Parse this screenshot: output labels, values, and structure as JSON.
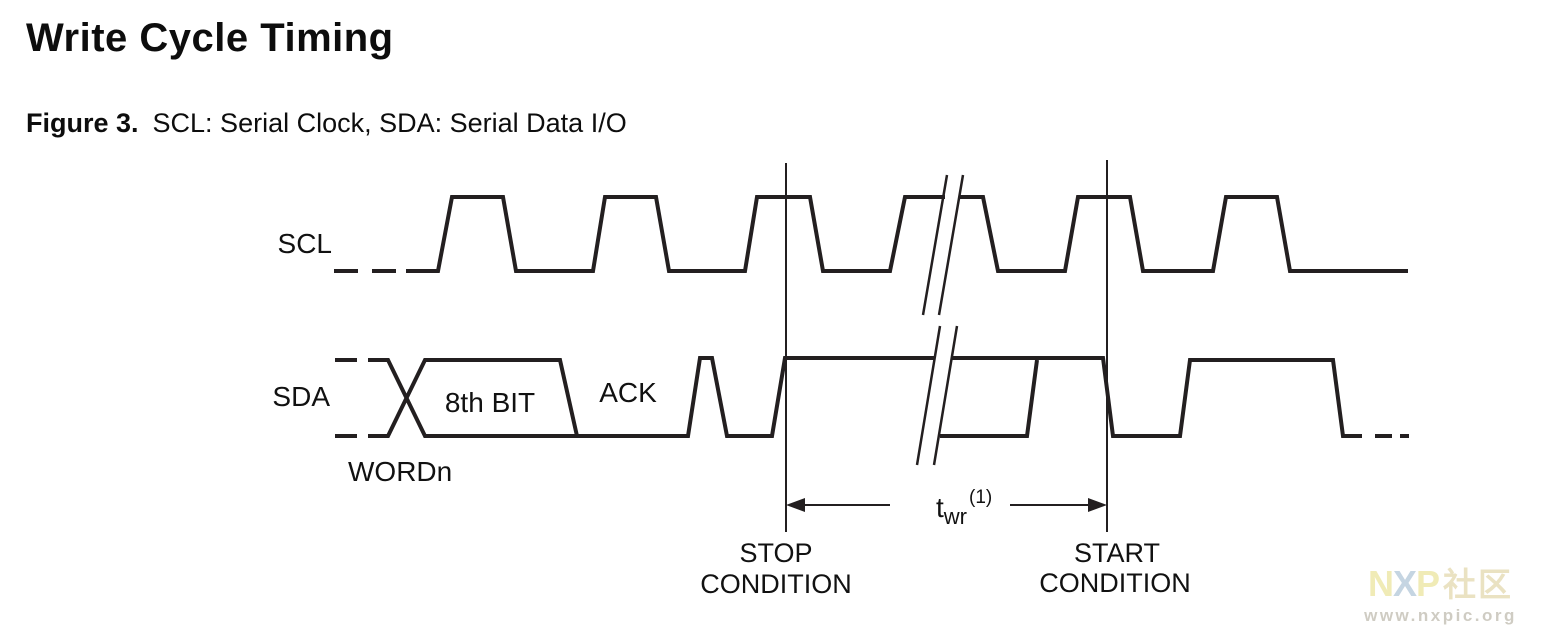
{
  "header": {
    "title": "Write Cycle Timing",
    "figure_label": "Figure 3.",
    "figure_caption": "SCL: Serial Clock, SDA: Serial Data I/O"
  },
  "diagram": {
    "signals": {
      "scl": {
        "name": "SCL"
      },
      "sda": {
        "name": "SDA"
      }
    },
    "labels": {
      "word": "WORDn",
      "bit8": "8th BIT",
      "ack": "ACK"
    },
    "annotations": {
      "stop_line1": "STOP",
      "stop_line2": "CONDITION",
      "start_line1": "START",
      "start_line2": "CONDITION",
      "twr_base": "t",
      "twr_sub": "wr",
      "twr_sup": "(1)"
    },
    "colors": {
      "waveform_line": "#231f20",
      "text": "#111111"
    }
  },
  "watermark": {
    "logo_n": "N",
    "logo_x": "X",
    "logo_p": "P",
    "logo_suffix": "社区",
    "url": "www.nxpic.org",
    "colors": {
      "n": "#f0ebb6",
      "x": "#c5d5e2",
      "p": "#f0ebb6",
      "suffix": "#eae2c2",
      "url": "#cfccc3"
    }
  }
}
